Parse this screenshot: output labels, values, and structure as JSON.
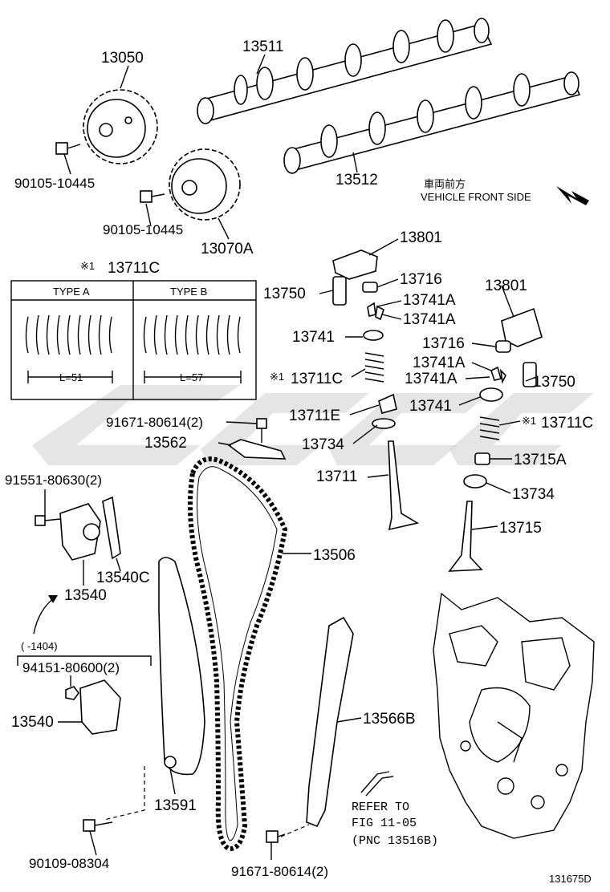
{
  "labels": {
    "l13050": "13050",
    "l13511": "13511",
    "l13512": "13512",
    "l90105a": "90105-10445",
    "l90105b": "90105-10445",
    "l13070a": "13070A",
    "vehicle_front_jp": "車両前方",
    "vehicle_front_en": "VEHICLE FRONT SIDE",
    "l13801a": "13801",
    "l13801b": "13801",
    "l13716a": "13716",
    "l13716b": "13716",
    "l13750a": "13750",
    "l13750b": "13750",
    "l13741aa": "13741A",
    "l13741ab": "13741A",
    "l13741ac": "13741A",
    "l13741ad": "13741A",
    "l13741a": "13741",
    "l13741b": "13741",
    "l13711c_top": "13711C",
    "l13711c_mid": "13711C",
    "l13711c_right": "13711C",
    "note_mark_top": "※1",
    "note_mark_mid": "※1",
    "note_mark_right": "※1",
    "type_a": "TYPE A",
    "type_b": "TYPE B",
    "len_a": "L=51",
    "len_b": "L=57",
    "l13711e": "13711E",
    "l13734a": "13734",
    "l13734b": "13734",
    "l13715a": "13715A",
    "l13711": "13711",
    "l13715": "13715",
    "l91671a": "91671-80614(2)",
    "l91671b": "91671-80614(2)",
    "l13562": "13562",
    "l91551": "91551-80630(2)",
    "l13506": "13506",
    "l13540c": "13540C",
    "l13540a": "13540",
    "l13540b": "13540",
    "range": "(      -1404)",
    "l94151": "94151-80600(2)",
    "l13566b": "13566B",
    "l13591": "13591",
    "refer1": "REFER TO",
    "refer2": "FIG 11-05",
    "refer3": "(PNC 13516B)",
    "l90109": "90109-08304",
    "fig_id": "131675D"
  }
}
